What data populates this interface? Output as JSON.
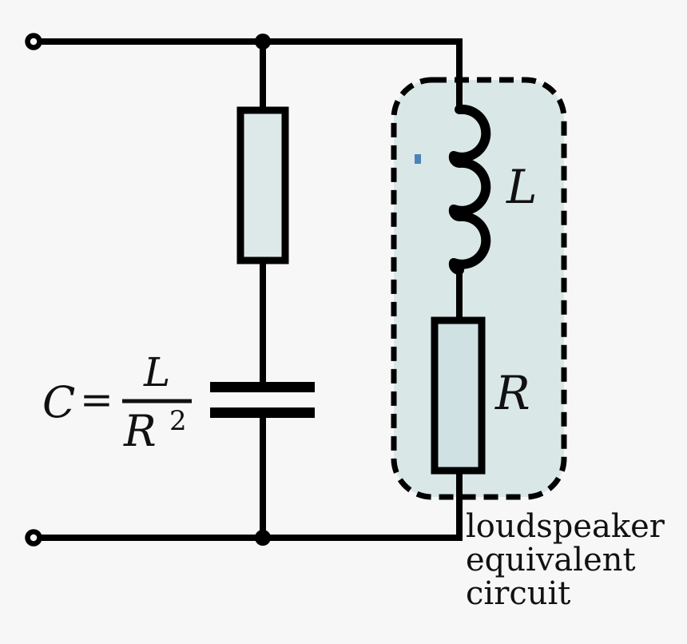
{
  "figure": {
    "background_color": "#f7f7f7",
    "colors": {
      "wire": "#000000",
      "region_fill": "#d9e8e6",
      "series_resistor_fill": "#dce9e8",
      "load_resistor_fill": "#cfe1e3",
      "terminal_fill": "#f7f7f7",
      "blue_mark": "#4d82b8"
    },
    "formula": {
      "lhs": "C",
      "equals": "=",
      "numerator": "L",
      "denominator_base": "R",
      "denominator_exponent": "2"
    },
    "labels": {
      "inductor": "L",
      "resistor": "R"
    },
    "caption_lines": [
      "loudspeaker",
      "equivalent",
      "circuit"
    ]
  }
}
